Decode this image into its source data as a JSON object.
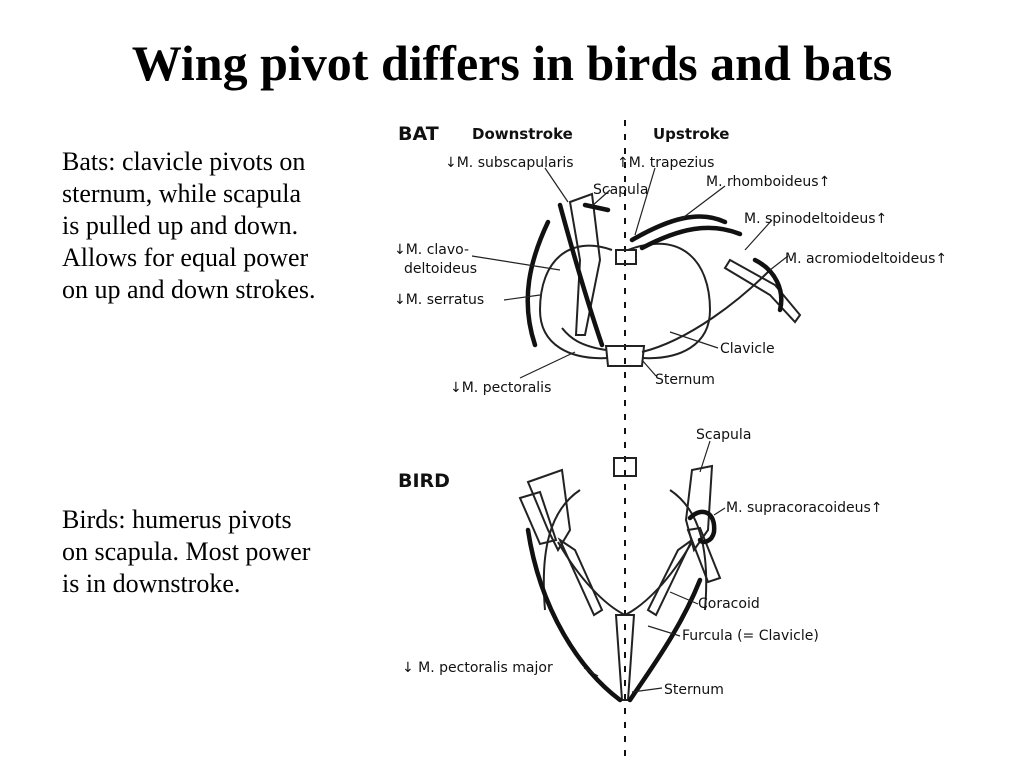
{
  "slide": {
    "title": "Wing pivot differs in birds and bats",
    "bat_text": "Bats: clavicle pivots on sternum, while scapula is pulled up and down.  Allows for equal power on up and down strokes.",
    "bird_text": "Birds: humerus pivots on scapula. Most power is in downstroke."
  },
  "figure": {
    "bat": {
      "heading": "BAT",
      "downstroke": "Downstroke",
      "upstroke": "Upstroke",
      "labels": {
        "subscapularis": "↓M. subscapularis",
        "trapezius": "↑M. trapezius",
        "scapula": "Scapula",
        "rhomboideus": "M. rhomboideus↑",
        "spinodeltoideus": "M. spinodeltoideus↑",
        "acromiodeltoideus": "M. acromiodeltoideus↑",
        "clavo": "↓M. clavo-",
        "deltoideus": "deltoideus",
        "serratus": "↓M. serratus",
        "clavicle": "Clavicle",
        "sternum": "Sternum",
        "pectoralis": "↓M. pectoralis"
      }
    },
    "bird": {
      "heading": "BIRD",
      "labels": {
        "scapula": "Scapula",
        "supracoracoideus": "M. supracoracoideus↑",
        "coracoid": "Coracoid",
        "furcula": "Furcula (= Clavicle)",
        "pectoralis_major": "↓ M. pectoralis major",
        "sternum": "Sternum"
      }
    }
  }
}
